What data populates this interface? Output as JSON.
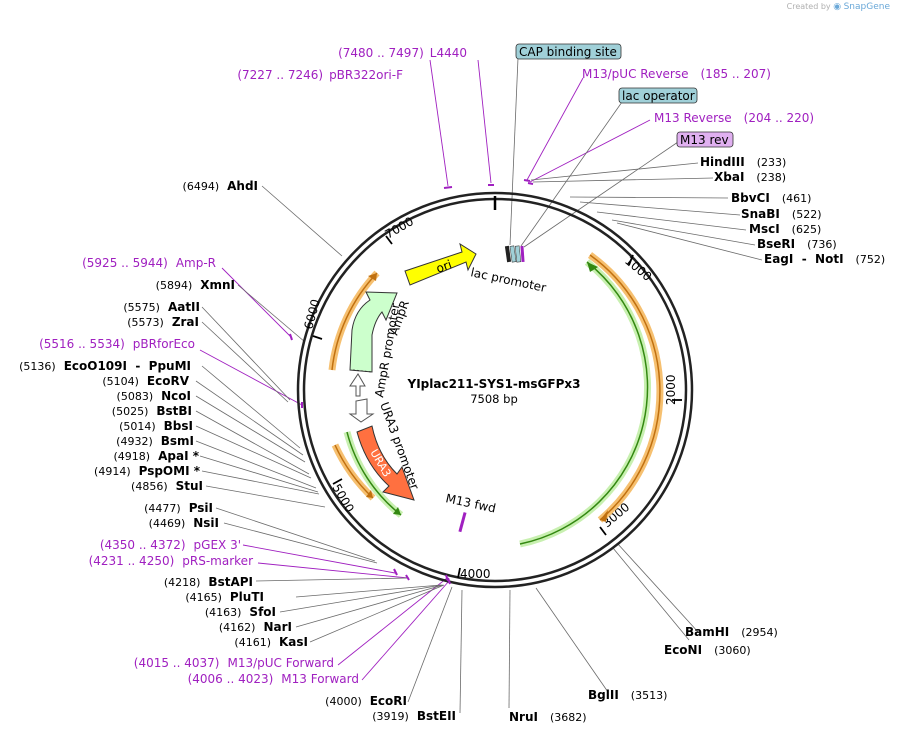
{
  "credit": {
    "prefix": "Created by",
    "brand": "SnapGene",
    "icon": "snapgene-logo-icon"
  },
  "plasmid": {
    "name": "YIplac211-SYS1-msGFPx3",
    "length_label": "7508 bp",
    "length": 7508
  },
  "ticks": [
    "1000",
    "2000",
    "3000",
    "4000",
    "5000",
    "6000",
    "7000"
  ],
  "colors": {
    "ori": "#ffff00",
    "ampr": "#ccffcc",
    "ura3": "#ff7040",
    "promoter": "#ffffff",
    "gfp_arc": "#44aa22",
    "orange_arc": "#f0a030",
    "primer": "#a020c0",
    "feature_box": "#a0d0d8",
    "primer_box": "#e0b0f0"
  },
  "features": {
    "ori": "ori",
    "ampr": "AmpR",
    "ampr_promoter": "AmpR promoter",
    "ura3": "URA3",
    "ura3_promoter": "URA3 promoter",
    "lac_promoter": "lac promoter",
    "m13_fwd": "M13 fwd"
  },
  "boxed": {
    "cap": "CAP binding site",
    "lac_operator": "lac operator",
    "m13_rev": "M13 rev"
  },
  "labels": [
    {
      "type": "prim",
      "pos": "(7480 .. 7497)",
      "name": "L4440"
    },
    {
      "type": "prim",
      "pos": "(7227 .. 7246)",
      "name": "pBR322ori-F"
    },
    {
      "type": "prim",
      "pos": "(185 .. 207)",
      "name": "M13/pUC Reverse"
    },
    {
      "type": "prim",
      "pos": "(204 .. 220)",
      "name": "M13 Reverse"
    },
    {
      "type": "enz",
      "pos": "(233)",
      "name": "HindIII"
    },
    {
      "type": "enz",
      "pos": "(238)",
      "name": "XbaI"
    },
    {
      "type": "enz",
      "pos": "(461)",
      "name": "BbvCI"
    },
    {
      "type": "enz",
      "pos": "(522)",
      "name": "SnaBI"
    },
    {
      "type": "enz",
      "pos": "(625)",
      "name": "MscI"
    },
    {
      "type": "enz",
      "pos": "(736)",
      "name": "BseRI"
    },
    {
      "type": "enz",
      "pos": "(752)",
      "name": "EagI  -  NotI"
    },
    {
      "type": "enz",
      "pos": "(6494)",
      "name": "AhdI"
    },
    {
      "type": "prim",
      "pos": "(5925 .. 5944)",
      "name": "Amp-R"
    },
    {
      "type": "enz",
      "pos": "(5894)",
      "name": "XmnI"
    },
    {
      "type": "enz",
      "pos": "(5575)",
      "name": "AatII"
    },
    {
      "type": "enz",
      "pos": "(5573)",
      "name": "ZraI"
    },
    {
      "type": "prim",
      "pos": "(5516 .. 5534)",
      "name": "pBRforEco"
    },
    {
      "type": "enz",
      "pos": "(5136)",
      "name": "EcoO109I  -  PpuMI"
    },
    {
      "type": "enz",
      "pos": "(5104)",
      "name": "EcoRV"
    },
    {
      "type": "enz",
      "pos": "(5083)",
      "name": "NcoI"
    },
    {
      "type": "enz",
      "pos": "(5025)",
      "name": "BstBI"
    },
    {
      "type": "enz",
      "pos": "(5014)",
      "name": "BbsI"
    },
    {
      "type": "enz",
      "pos": "(4932)",
      "name": "BsmI"
    },
    {
      "type": "enz",
      "pos": "(4918)",
      "name": "ApaI *"
    },
    {
      "type": "enz",
      "pos": "(4914)",
      "name": "PspOMI *"
    },
    {
      "type": "enz",
      "pos": "(4856)",
      "name": "StuI"
    },
    {
      "type": "enz",
      "pos": "(4477)",
      "name": "PsiI"
    },
    {
      "type": "enz",
      "pos": "(4469)",
      "name": "NsiI"
    },
    {
      "type": "prim",
      "pos": "(4350 .. 4372)",
      "name": "pGEX 3'"
    },
    {
      "type": "prim",
      "pos": "(4231 .. 4250)",
      "name": "pRS-marker"
    },
    {
      "type": "enz",
      "pos": "(4218)",
      "name": "BstAPI"
    },
    {
      "type": "enz",
      "pos": "(4165)",
      "name": "PluTI"
    },
    {
      "type": "enz",
      "pos": "(4163)",
      "name": "SfoI"
    },
    {
      "type": "enz",
      "pos": "(4162)",
      "name": "NarI"
    },
    {
      "type": "enz",
      "pos": "(4161)",
      "name": "KasI"
    },
    {
      "type": "prim",
      "pos": "(4015 .. 4037)",
      "name": "M13/pUC Forward"
    },
    {
      "type": "prim",
      "pos": "(4006 .. 4023)",
      "name": "M13 Forward"
    },
    {
      "type": "enz",
      "pos": "(4000)",
      "name": "EcoRI"
    },
    {
      "type": "enz",
      "pos": "(3919)",
      "name": "BstEII"
    },
    {
      "type": "enz",
      "pos": "(3682)",
      "name": "NruI"
    },
    {
      "type": "enz",
      "pos": "(3513)",
      "name": "BglII"
    },
    {
      "type": "enz",
      "pos": "(3060)",
      "name": "EcoNI"
    },
    {
      "type": "enz",
      "pos": "(2954)",
      "name": "BamHI"
    }
  ]
}
